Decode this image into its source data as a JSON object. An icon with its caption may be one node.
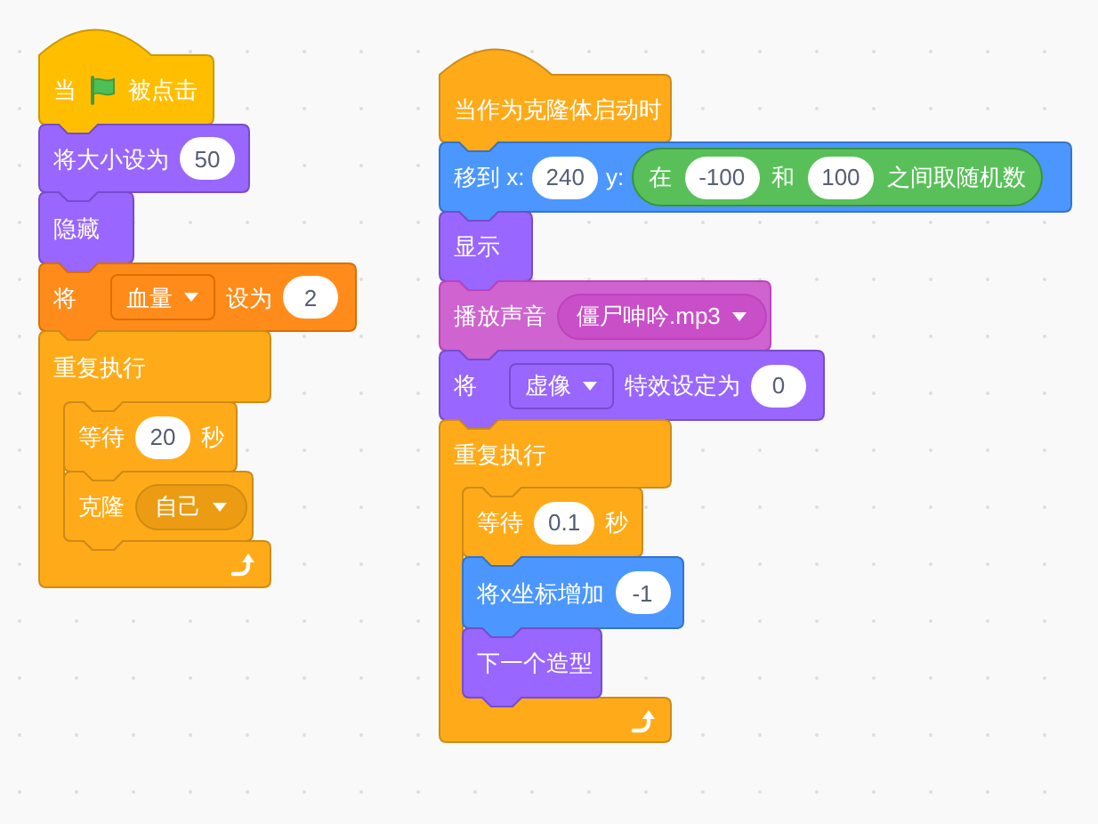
{
  "diagram": {
    "nodes": [
      {
        "text": [
          "当",
          "被点击"
        ]
      },
      {
        "text": [
          "将大小设为"
        ]
      },
      {
        "text": [
          "50"
        ],
        "in": 1
      },
      {
        "text": [
          "隐藏"
        ]
      },
      {
        "text": [
          "将",
          "设为"
        ]
      },
      {
        "text": [
          "血量"
        ],
        "in": 4
      },
      {
        "text": [
          "2"
        ],
        "in": 4
      },
      {
        "text": [
          "重复执行"
        ]
      },
      {
        "text": [
          "等待",
          "秒"
        ],
        "in": 7
      },
      {
        "text": [
          "20"
        ],
        "in": 8
      },
      {
        "text": [
          "克隆"
        ],
        "in": 7
      },
      {
        "text": [
          "自己"
        ],
        "in": 10
      },
      {
        "text": [
          "当作为克隆体启动时"
        ]
      },
      {
        "text": [
          "移到 x:",
          "y:"
        ]
      },
      {
        "text": [
          "240"
        ],
        "in": 13
      },
      {
        "text": [
          "在",
          "和",
          "之间取随机数"
        ],
        "in": 13
      },
      {
        "text": [
          "-100"
        ],
        "in": 15
      },
      {
        "text": [
          "100"
        ],
        "in": 15
      },
      {
        "text": [
          "显示"
        ]
      },
      {
        "text": [
          "播放声音"
        ]
      },
      {
        "text": [
          "僵尸呻吟.mp3"
        ],
        "in": 19
      },
      {
        "text": [
          "将",
          "特效设定为"
        ]
      },
      {
        "text": [
          "虚像"
        ],
        "in": 21
      },
      {
        "text": [
          "0"
        ],
        "in": 21
      },
      {
        "text": [
          "重复执行"
        ]
      },
      {
        "text": [
          "等待",
          "秒"
        ],
        "in": 24
      },
      {
        "text": [
          "0.1"
        ],
        "in": 25
      },
      {
        "text": [
          "将x坐标增加"
        ],
        "in": 24
      },
      {
        "text": [
          "-1"
        ],
        "in": 27
      },
      {
        "text": [
          "下一个造型"
        ],
        "in": 24
      }
    ]
  }
}
